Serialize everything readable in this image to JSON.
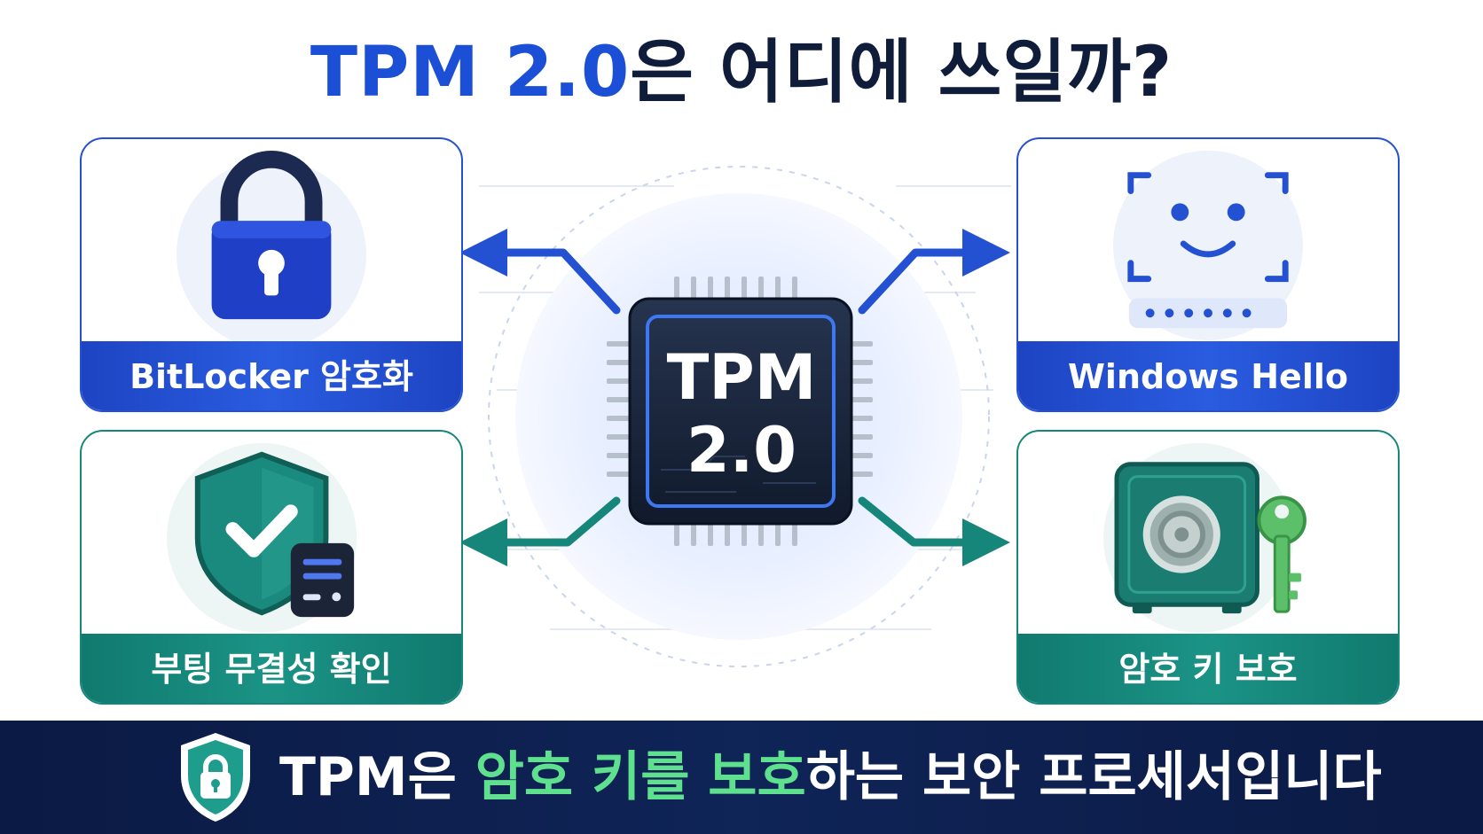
{
  "title": {
    "accent": "TPM 2.0",
    "rest": "은 어디에 쓰일까?"
  },
  "chip": {
    "line1": "TPM",
    "line2": "2.0"
  },
  "cards": {
    "bitlocker": {
      "label": "BitLocker 암호화",
      "icon": "padlock-icon"
    },
    "hello": {
      "label": "Windows Hello",
      "icon": "face-recognition-icon"
    },
    "boot": {
      "label": "부팅 무결성 확인",
      "icon": "shield-check-icon"
    },
    "keys": {
      "label": "암호 키 보호",
      "icon": "safe-key-icon"
    }
  },
  "banner": {
    "part1": "TPM은 ",
    "hl1": "암호 키를 보호",
    "part2": "하는 보안 프로세서입니다",
    "icon": "shield-lock-icon"
  },
  "colors": {
    "blue": "#1d44c2",
    "teal": "#117a6f",
    "navy": "#0f1d3a",
    "highlight": "#5fe08e"
  }
}
